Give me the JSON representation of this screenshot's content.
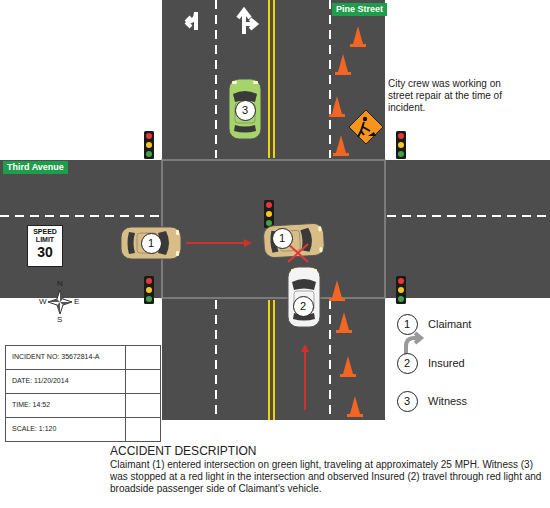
{
  "diagram": {
    "nodes": [
      {
        "text": [
          "Pine Street"
        ]
      },
      {
        "text": [
          "Third Avenue"
        ]
      },
      {
        "text": [
          "SPEED LIMIT",
          "30"
        ]
      },
      {
        "text": [
          "3"
        ]
      },
      {
        "text": [
          "1"
        ]
      },
      {
        "text": [
          "1"
        ]
      },
      {
        "text": [
          "2"
        ]
      },
      {
        "text": [
          "1"
        ]
      },
      {
        "text": [
          "2"
        ]
      },
      {
        "text": [
          "3"
        ]
      }
    ],
    "labels": [
      "City crew was working on street repair at the time of incident.",
      "INCIDENT NO: 35672814-A",
      "DATE: 11/20/2014",
      "TIME: 14:52",
      "SCALE: 1:120",
      "ACCIDENT DESCRIPTION",
      "Claimant (1) entered intersection on green light, traveling at approximately 25 MPH. Witness (3) was stopped at a red light in the intersection and observed Insured (2) travel through red light and broadside passenger side of Claimant's vehicle.",
      "N",
      "E",
      "S",
      "W"
    ],
    "legend": [
      {
        "text": "Claimant"
      },
      {
        "text": "Insured"
      },
      {
        "text": "Witness"
      }
    ]
  }
}
